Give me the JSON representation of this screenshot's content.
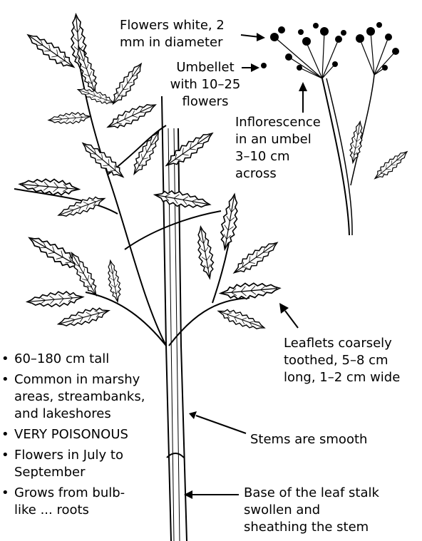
{
  "labels": {
    "flowers": [
      "Flowers white, 2",
      "mm in diameter"
    ],
    "umbellet": [
      "Umbellet",
      "with 10–25",
      "flowers"
    ],
    "inflorescence": [
      "Inflorescence",
      "in an umbel",
      "3–10 cm",
      "across"
    ],
    "leaflets": [
      "Leaflets coarsely",
      "toothed, 5–8 cm",
      "long, 1–2 cm wide"
    ],
    "stems": "Stems are smooth",
    "base": [
      "Base of the leaf stalk",
      "swollen and",
      "sheathing the stem"
    ]
  },
  "bullets": [
    [
      "60–180 cm tall"
    ],
    [
      "Common in marshy",
      "areas, streambanks,",
      "and lakeshores"
    ],
    [
      "VERY POISONOUS"
    ],
    [
      "Flowers in July to",
      "September"
    ],
    [
      "Grows from bulb-",
      "like ... roots"
    ]
  ]
}
